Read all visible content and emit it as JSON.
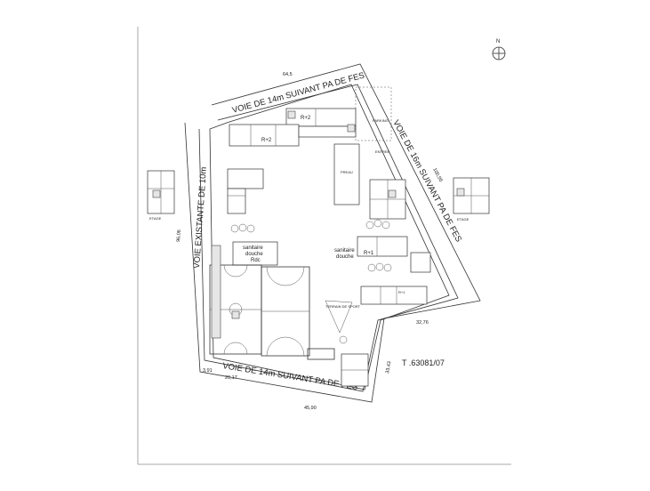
{
  "north": "N",
  "streets": {
    "top": "VOIE DE 14m SUIVANT PA DE FES",
    "right": "VOIE DE 16m SUIVANT PA DE FES",
    "left": "VOIE EXISTANTE DE 10m",
    "bottom": "VOIE DE 14m SUIVANT PA DE FES"
  },
  "dimensions": {
    "top": "64,5",
    "right": "100,95",
    "left": "96,06",
    "right_bottom": "32,76",
    "bottom_mid": "20,17",
    "bottom_left": "3,91",
    "bottom_long": "45,90",
    "right_small": "33,43"
  },
  "blocks": {
    "r2_upper": "R+2",
    "r2_lower": "R+2",
    "preau": "PREAU",
    "parking": "PARKING",
    "entree": "ENTREE",
    "sanitaire_rdc": [
      "sanitaire",
      "douche",
      "Rdc"
    ],
    "sanitaire_r1": [
      "sanitaire",
      "douche"
    ],
    "r1": "R+1",
    "r1_small": "R+1",
    "terrain": "TERRAIN DE SPORT",
    "etage_left": "ETAGE",
    "etage_right": "ETAGE"
  },
  "title_block": "T .63081/07"
}
